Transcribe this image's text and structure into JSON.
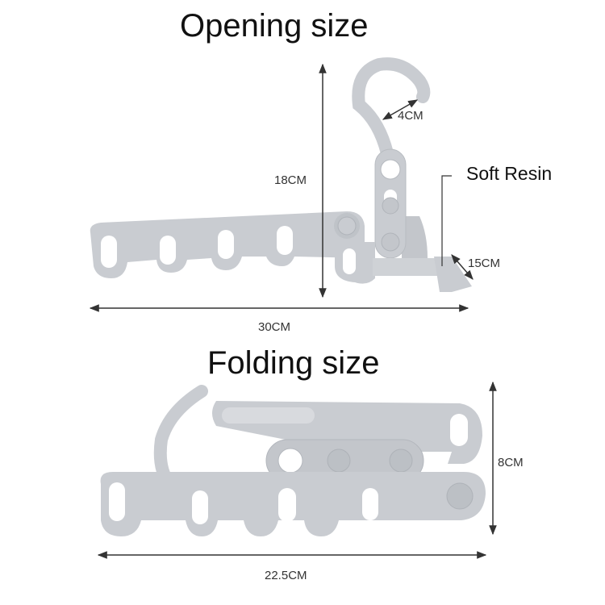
{
  "opening": {
    "title": "Opening size",
    "height_label": "18CM",
    "width_label": "30CM",
    "hook_label": "4CM",
    "hook_depth_label": "15CM",
    "material_label": "Soft Resin"
  },
  "folding": {
    "title": "Folding size",
    "height_label": "8CM",
    "width_label": "22.5CM"
  },
  "colors": {
    "product_gray": "#c9ccd1",
    "product_shadow": "#b5b9bf",
    "line": "#333333",
    "background": "#ffffff"
  }
}
